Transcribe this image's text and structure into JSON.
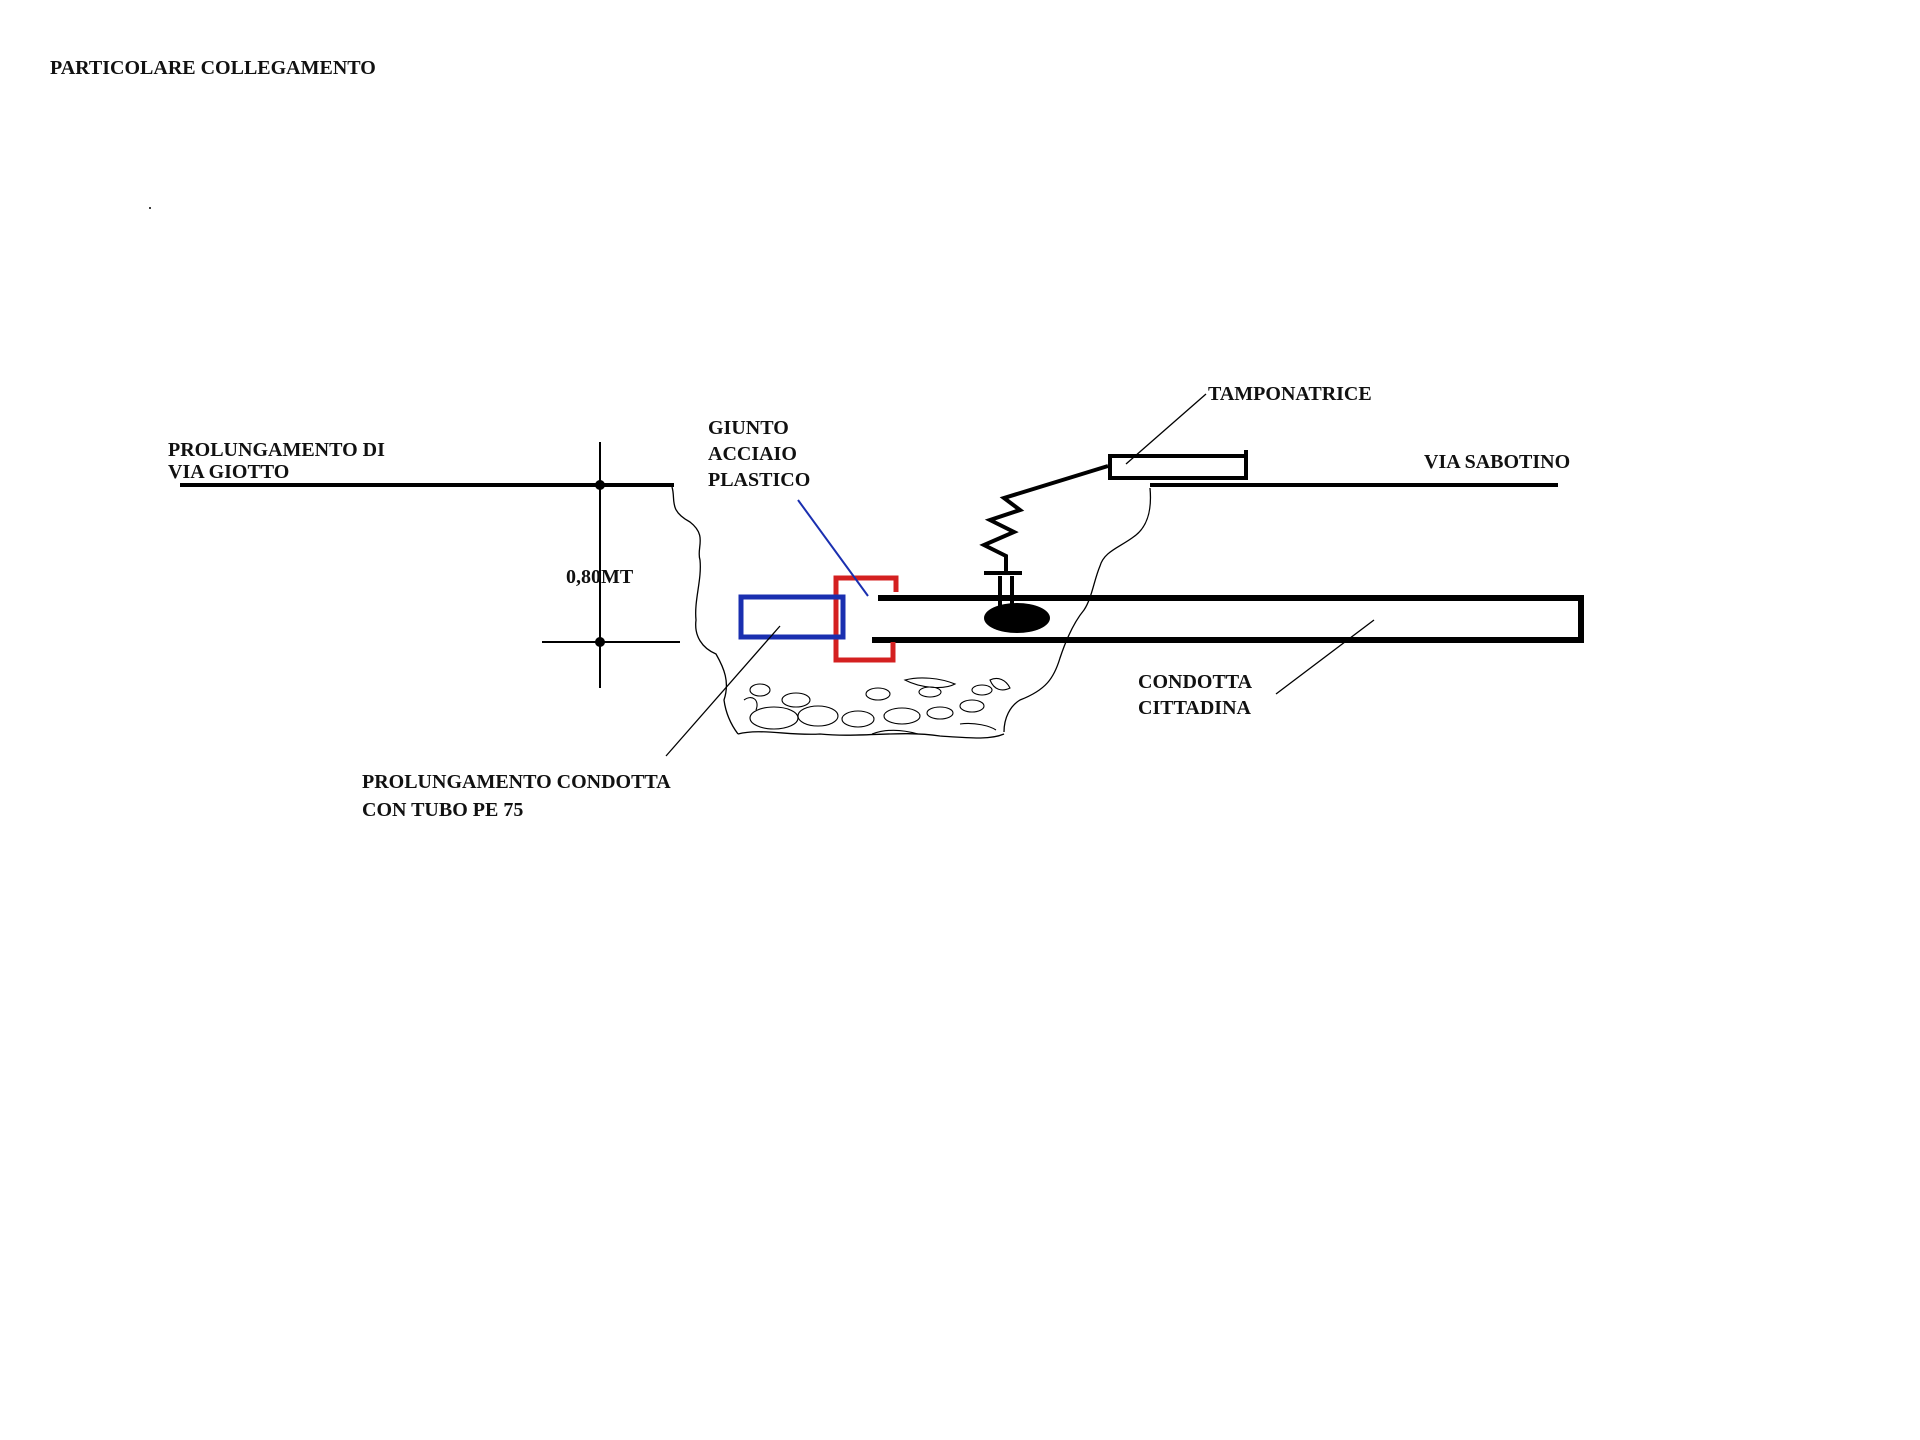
{
  "title": "PARTICOLARE COLLEGAMENTO",
  "labels": {
    "prolungamento_giotto_1": "PROLUNGAMENTO DI",
    "prolungamento_giotto_2": "VIA GIOTTO",
    "depth": "0,80MT",
    "giunto_1": "GIUNTO",
    "giunto_2": "ACCIAIO",
    "giunto_3": "PLASTICO",
    "tamponatrice": "TAMPONATRICE",
    "via_sabotino": "VIA SABOTINO",
    "condotta_1": "CONDOTTA",
    "condotta_2": "CITTADINA",
    "prolungamento_condotta_1": "PROLUNGAMENTO CONDOTTA",
    "prolungamento_condotta_2": "CON TUBO PE  75"
  },
  "colors": {
    "line": "#000000",
    "joint": "#d42020",
    "pe_pipe": "#1a2fb0",
    "leader_blue": "#1a2fb0"
  }
}
